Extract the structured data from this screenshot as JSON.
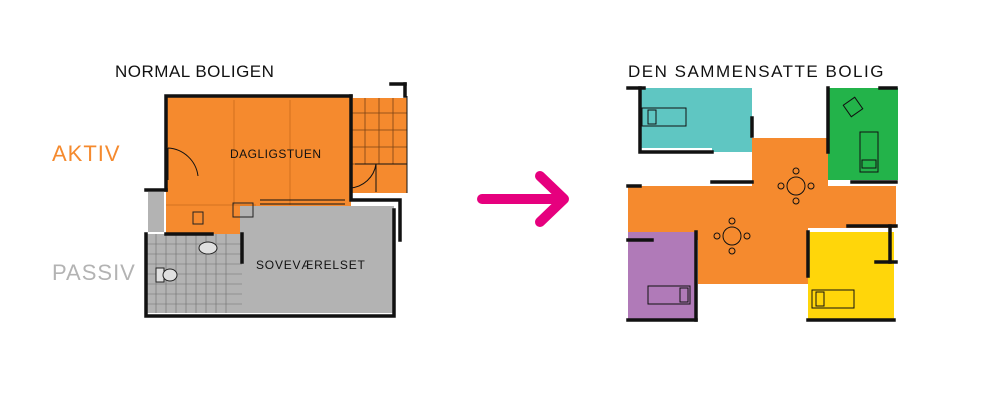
{
  "titles": {
    "left": "NORMAL BOLIGEN",
    "right": "DEN SAMMENSATTE BOLIG"
  },
  "side_labels": {
    "active": "AKTIV",
    "passive": "PASSIV"
  },
  "rooms": {
    "living": "DAGLIGSTUEN",
    "bedroom": "SOVEVÆRELSET"
  },
  "colors": {
    "active": "#f58a2e",
    "passive": "#b3b3b3",
    "arrow": "#e6007e",
    "teal": "#5fc6c2",
    "green": "#23b34a",
    "purple": "#b07ab8",
    "yellow": "#ffd60a"
  }
}
